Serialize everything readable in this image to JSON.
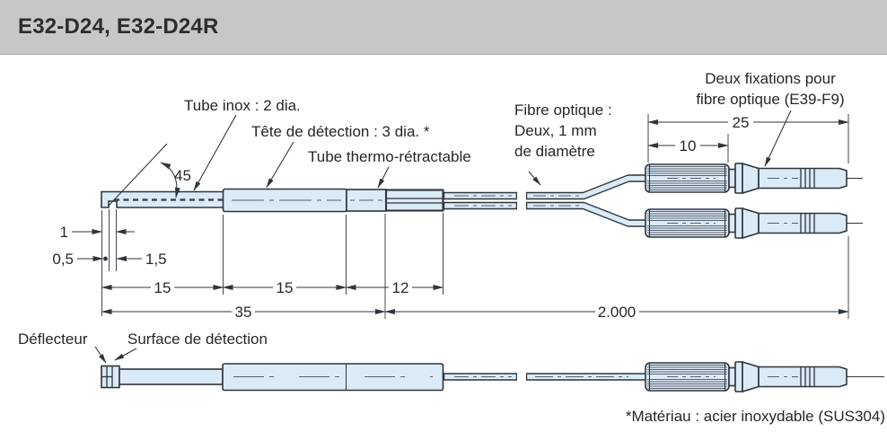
{
  "header": {
    "title": "E32-D24, E32-D24R",
    "bg_color": "#c6c7c9",
    "text_color": "#2b2d2f"
  },
  "diagram": {
    "labels": {
      "tube_inox": "Tube inox : 2 dia.",
      "tete_detection": "Tête de détection : 3 dia. *",
      "tube_thermo": "Tube thermo-rétractable",
      "fibre_optique_line1": "Fibre optique :",
      "fibre_optique_line2": "Deux, 1 mm",
      "fibre_optique_line3": "de diamètre",
      "fixations_line1": "Deux fixations pour",
      "fixations_line2": "fibre optique (E39-F9)",
      "deflecteur": "Déflecteur",
      "surface_detection": "Surface de détection",
      "angle": "45",
      "footnote": "*Matériau : acier inoxydable (SUS304)"
    },
    "dimensions": {
      "notch_width": "1",
      "tip_offset": "0,5",
      "tip_length": "1,5",
      "tube_length": "15",
      "head_length": "15",
      "thermo_length": "12",
      "head_total": "35",
      "fiber_length": "2.000",
      "fixation_grip": "10",
      "fixation_total": "25"
    },
    "colors": {
      "part_fill": "#daeaf6",
      "line": "#2e353d",
      "centerline": "#55606a"
    }
  }
}
